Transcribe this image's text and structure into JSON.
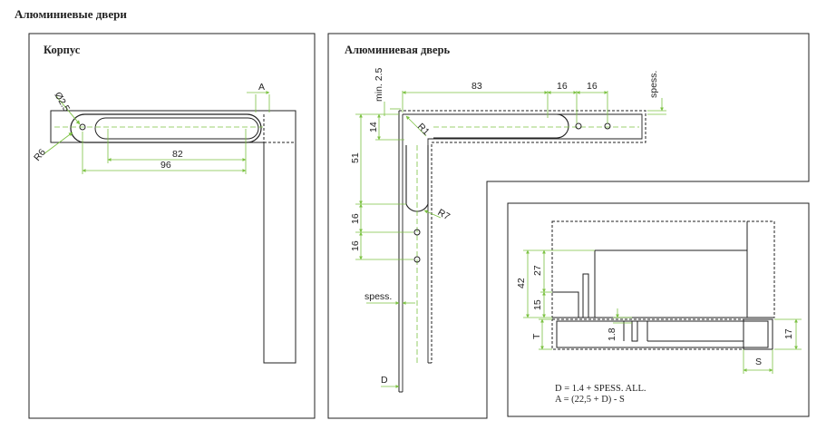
{
  "page_title": "Алюминиевые двери",
  "panels": {
    "left": {
      "title": "Корпус"
    },
    "right": {
      "title": "Алюминиевая дверь"
    }
  },
  "dimensions": {
    "hole_dia": "Ø2.5",
    "r6": "R6",
    "a": "A",
    "d82": "82",
    "d96": "96",
    "min25": "min. 2.5",
    "d83": "83",
    "d16a": "16",
    "d16b": "16",
    "spess_top": "spess.",
    "d14": "14",
    "r1": "R1",
    "d51": "51",
    "d16c": "16",
    "r7": "R7",
    "d16d": "16",
    "spess_left": "spess.",
    "d": "D",
    "d42": "42",
    "d27": "27",
    "d15": "15",
    "t": "T",
    "d18": "1.8",
    "d17": "17",
    "s": "S"
  },
  "formulas": {
    "line1": "D = 1.4 + SPESS. ALL.",
    "line2": "A = (22,5 + D) - S"
  },
  "colors": {
    "dimension_green": "#7cc242",
    "line": "#222222"
  }
}
